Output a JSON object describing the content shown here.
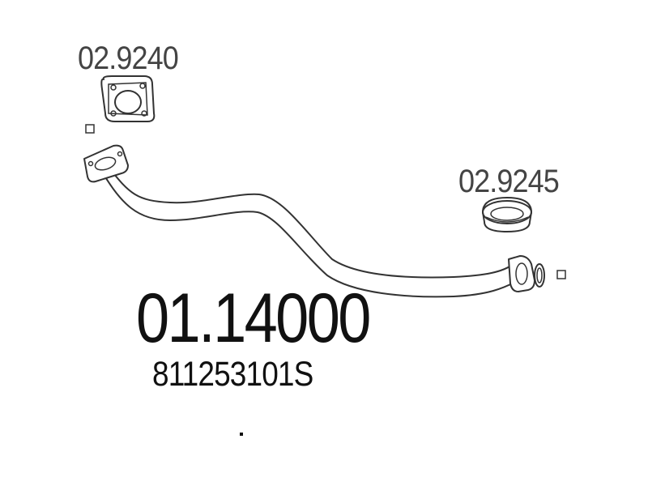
{
  "labels": {
    "gasket_front": "02.9240",
    "gasket_rear": "02.9245",
    "part_number": "01.14000",
    "oem_number": "811253101S"
  }
}
